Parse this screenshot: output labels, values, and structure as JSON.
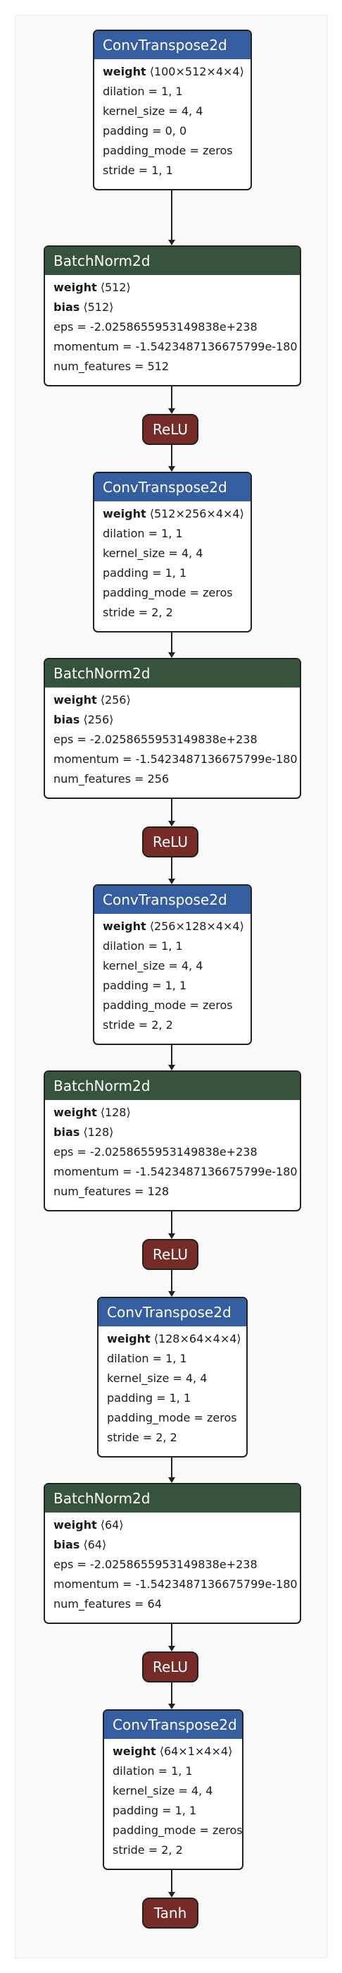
{
  "nodes": [
    {
      "type": "ConvTranspose2d",
      "kind": "conv",
      "attrs": [
        {
          "name": "weight",
          "shape": "⟨100×512×4×4⟩"
        },
        {
          "text": "dilation = 1, 1"
        },
        {
          "text": "kernel_size = 4, 4"
        },
        {
          "text": "padding = 0, 0"
        },
        {
          "text": "padding_mode = zeros"
        },
        {
          "text": "stride = 1, 1"
        }
      ]
    },
    {
      "type": "BatchNorm2d",
      "kind": "bn",
      "attrs": [
        {
          "name": "weight",
          "shape": "⟨512⟩"
        },
        {
          "name": "bias",
          "shape": "⟨512⟩"
        },
        {
          "text": "eps = -2.0258655953149838e+238"
        },
        {
          "text": "momentum = -1.5423487136675799e-180"
        },
        {
          "text": "num_features = 512"
        }
      ]
    },
    {
      "type": "ReLU",
      "kind": "act"
    },
    {
      "type": "ConvTranspose2d",
      "kind": "conv",
      "attrs": [
        {
          "name": "weight",
          "shape": "⟨512×256×4×4⟩"
        },
        {
          "text": "dilation = 1, 1"
        },
        {
          "text": "kernel_size = 4, 4"
        },
        {
          "text": "padding = 1, 1"
        },
        {
          "text": "padding_mode = zeros"
        },
        {
          "text": "stride = 2, 2"
        }
      ]
    },
    {
      "type": "BatchNorm2d",
      "kind": "bn",
      "attrs": [
        {
          "name": "weight",
          "shape": "⟨256⟩"
        },
        {
          "name": "bias",
          "shape": "⟨256⟩"
        },
        {
          "text": "eps = -2.0258655953149838e+238"
        },
        {
          "text": "momentum = -1.5423487136675799e-180"
        },
        {
          "text": "num_features = 256"
        }
      ]
    },
    {
      "type": "ReLU",
      "kind": "act"
    },
    {
      "type": "ConvTranspose2d",
      "kind": "conv",
      "attrs": [
        {
          "name": "weight",
          "shape": "⟨256×128×4×4⟩"
        },
        {
          "text": "dilation = 1, 1"
        },
        {
          "text": "kernel_size = 4, 4"
        },
        {
          "text": "padding = 1, 1"
        },
        {
          "text": "padding_mode = zeros"
        },
        {
          "text": "stride = 2, 2"
        }
      ]
    },
    {
      "type": "BatchNorm2d",
      "kind": "bn",
      "attrs": [
        {
          "name": "weight",
          "shape": "⟨128⟩"
        },
        {
          "name": "bias",
          "shape": "⟨128⟩"
        },
        {
          "text": "eps = -2.0258655953149838e+238"
        },
        {
          "text": "momentum = -1.5423487136675799e-180"
        },
        {
          "text": "num_features = 128"
        }
      ]
    },
    {
      "type": "ReLU",
      "kind": "act"
    },
    {
      "type": "ConvTranspose2d",
      "kind": "conv",
      "attrs": [
        {
          "name": "weight",
          "shape": "⟨128×64×4×4⟩"
        },
        {
          "text": "dilation = 1, 1"
        },
        {
          "text": "kernel_size = 4, 4"
        },
        {
          "text": "padding = 1, 1"
        },
        {
          "text": "padding_mode = zeros"
        },
        {
          "text": "stride = 2, 2"
        }
      ]
    },
    {
      "type": "BatchNorm2d",
      "kind": "bn",
      "attrs": [
        {
          "name": "weight",
          "shape": "⟨64⟩"
        },
        {
          "name": "bias",
          "shape": "⟨64⟩"
        },
        {
          "text": "eps = -2.0258655953149838e+238"
        },
        {
          "text": "momentum = -1.5423487136675799e-180"
        },
        {
          "text": "num_features = 64"
        }
      ]
    },
    {
      "type": "ReLU",
      "kind": "act"
    },
    {
      "type": "ConvTranspose2d",
      "kind": "conv",
      "attrs": [
        {
          "name": "weight",
          "shape": "⟨64×1×4×4⟩"
        },
        {
          "text": "dilation = 1, 1"
        },
        {
          "text": "kernel_size = 4, 4"
        },
        {
          "text": "padding = 1, 1"
        },
        {
          "text": "padding_mode = zeros"
        },
        {
          "text": "stride = 2, 2"
        }
      ]
    },
    {
      "type": "Tanh",
      "kind": "act"
    }
  ],
  "colors": {
    "conv": "#355ea0",
    "batchnorm": "#36543d",
    "activation": "#752c27",
    "edge": "#222222"
  }
}
